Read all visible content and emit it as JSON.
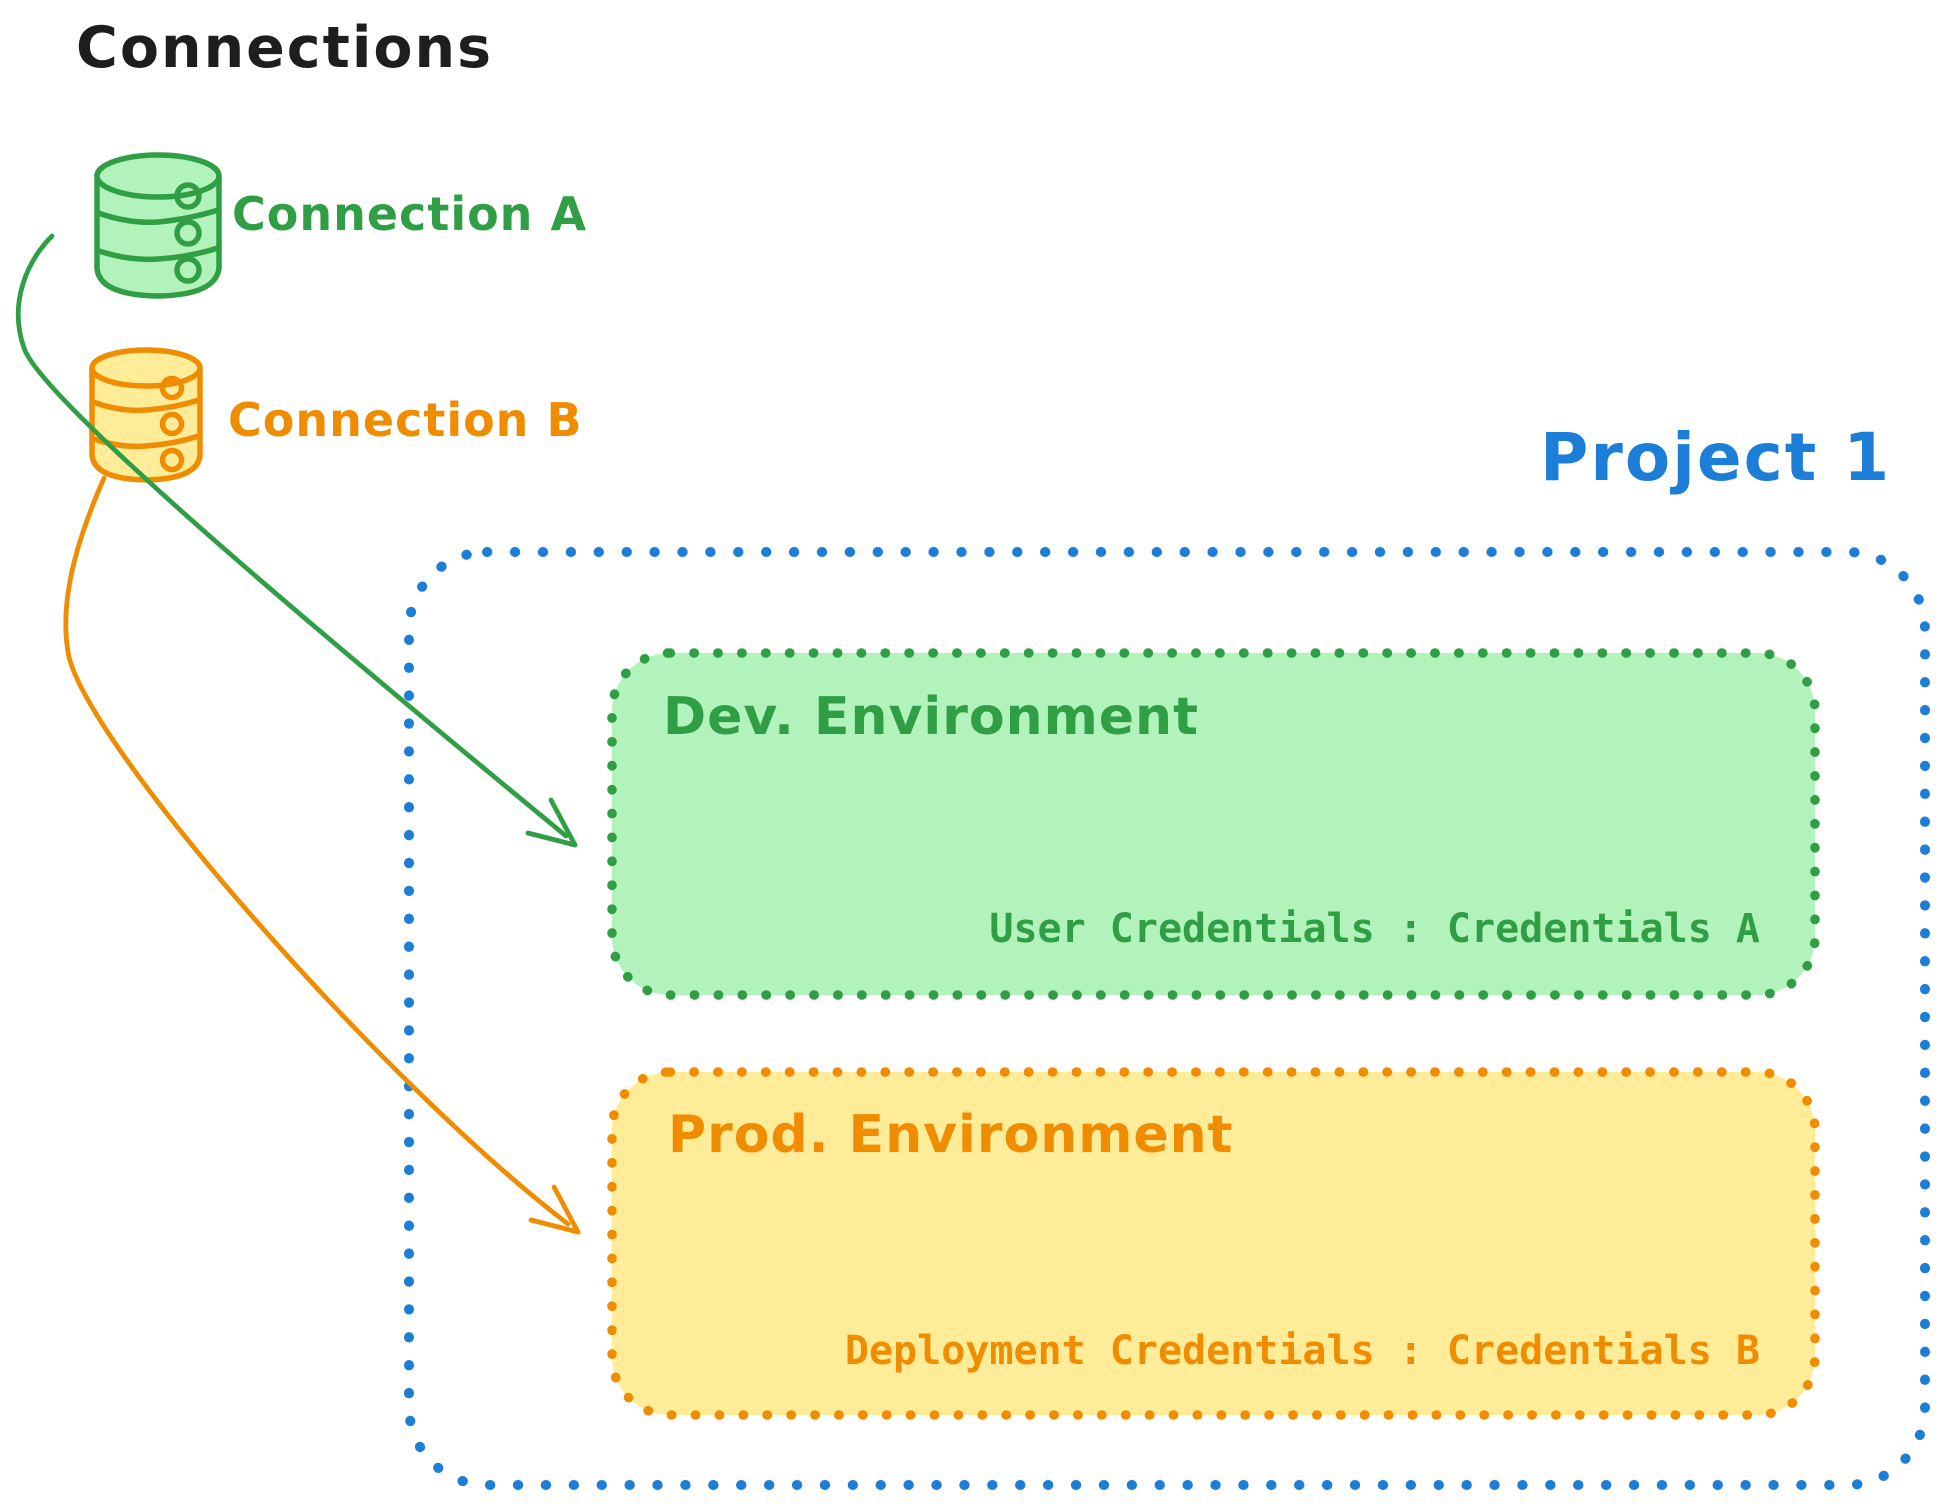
{
  "title": "Connections",
  "connections": [
    {
      "id": "connection-a",
      "label": "Connection A",
      "color": "green",
      "icon": "database-icon"
    },
    {
      "id": "connection-b",
      "label": "Connection B",
      "color": "orange",
      "icon": "database-icon"
    }
  ],
  "project": {
    "title": "Project 1",
    "environments": [
      {
        "name": "Dev. Environment",
        "credentials_line": "User Credentials : Credentials A",
        "linked_connection": "Connection A",
        "color": "green"
      },
      {
        "name": "Prod. Environment",
        "credentials_line": "Deployment Credentials : Credentials B",
        "linked_connection": "Connection B",
        "color": "orange"
      }
    ]
  },
  "colors": {
    "ink": "#1e1e1e",
    "green": "#2f9e44",
    "green_fill": "#b2f2bb",
    "orange": "#f08c00",
    "orange_fill": "#ffec99",
    "blue": "#1c7ed6",
    "bg": "#ffffff"
  }
}
